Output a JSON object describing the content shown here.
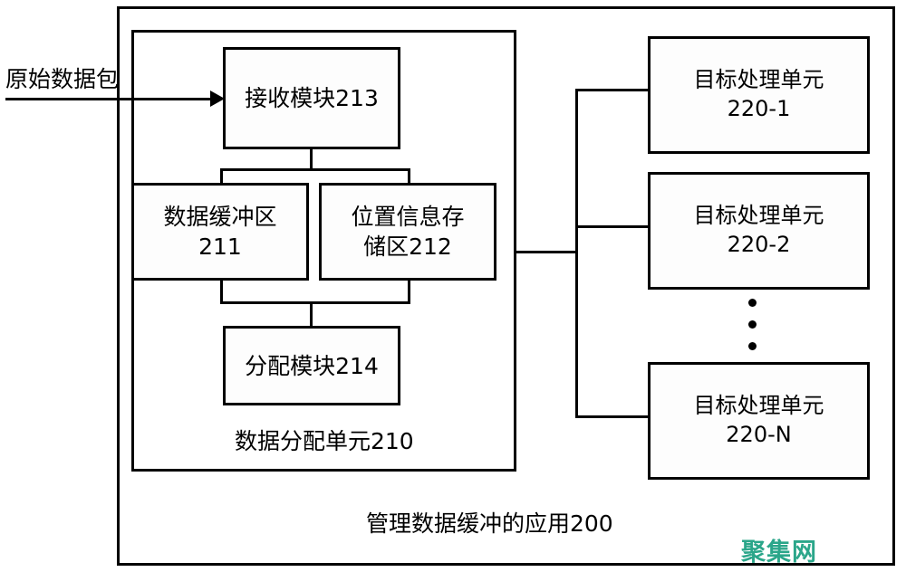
{
  "diagram": {
    "outer_frame_label": "管理数据缓冲的应用200",
    "inner_unit_label": "数据分配单元210",
    "input_label": "原始数据包",
    "ellipsis_symbol": "⋮",
    "line_color": "#000000",
    "box_fill": "#fdfdfd",
    "background": "#ffffff"
  },
  "modules": {
    "receive": "接收模块213",
    "data_buffer_line1": "数据缓冲区",
    "data_buffer_line2": "211",
    "position_store_line1": "位置信息存",
    "position_store_line2": "储区212",
    "allocate": "分配模块214"
  },
  "targets": [
    {
      "line1": "目标处理单元",
      "line2": "220-1"
    },
    {
      "line1": "目标处理单元",
      "line2": "220-2"
    },
    {
      "line1": "目标处理单元",
      "line2": "220-N"
    }
  ],
  "watermark": {
    "text": "聚集网",
    "color": "#2ba68a"
  }
}
